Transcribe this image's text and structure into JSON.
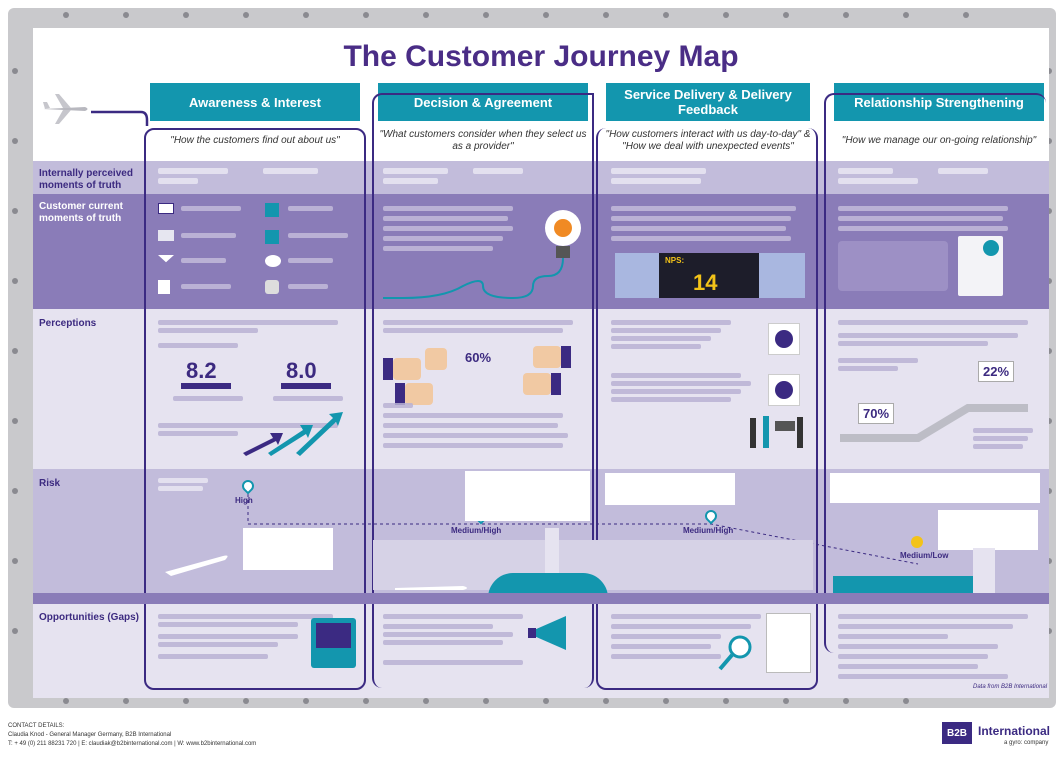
{
  "title": "The Customer Journey Map",
  "stages": [
    {
      "label": "Awareness & Interest",
      "quote": "\"How the customers find out about us\""
    },
    {
      "label": "Decision & Agreement",
      "quote": "\"What customers consider when they select us as a provider\""
    },
    {
      "label": "Service Delivery & Delivery Feedback",
      "quote": "\"How customers interact with us day-to-day\" & \"How we deal with unexpected events\""
    },
    {
      "label": "Relationship Strengthening",
      "quote": "\"How we manage our on-going relationship\""
    }
  ],
  "rows": {
    "internal": "Internally perceived moments of truth",
    "current": "Customer current moments of truth",
    "perceptions": "Perceptions",
    "risk": "Risk",
    "opportunities": "Opportunities (Gaps)"
  },
  "scores": {
    "a": "8.2",
    "b": "8.0",
    "nps_label": "NPS:",
    "nps_value": "14",
    "p22": "22%",
    "p70": "70%",
    "p60": "60%"
  },
  "risk_levels": {
    "r1": "High",
    "r2": "Medium/High",
    "r3": "Medium/High",
    "r4": "Medium/Low"
  },
  "footnote": "Data from B2B International",
  "contact": {
    "line1": "CONTACT DETAILS:",
    "line2": "Claudia Knod - General Manager Germany, B2B International",
    "line3": "T: + 49 (0) 211 88231 720  |  E: claudiak@b2binternational.com  |  W: www.b2binternational.com"
  },
  "brand": {
    "logo": "B2B",
    "name": "International",
    "tag": "a gyro: company"
  },
  "colors": {
    "accent": "#1396ae",
    "purple": "#3b2a82"
  }
}
